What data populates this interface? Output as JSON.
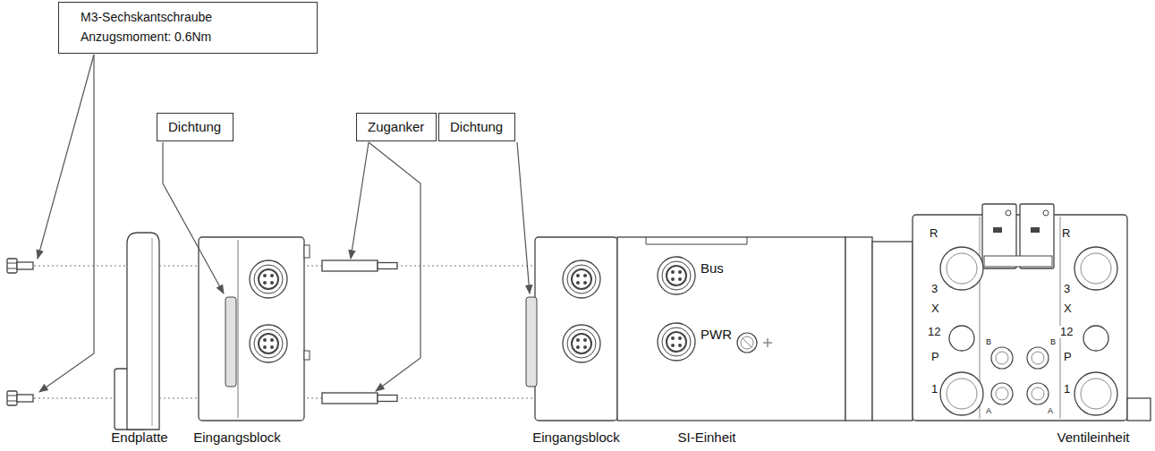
{
  "diagram": {
    "nodes": [
      {
        "text": [
          "M3-Sechskantschraube",
          "Anzugsmoment: 0.6Nm"
        ]
      },
      {
        "text": [
          "Dichtung"
        ]
      },
      {
        "text": [
          "Zuganker"
        ]
      },
      {
        "text": [
          "Dichtung"
        ]
      }
    ],
    "labels": [
      "Bus",
      "PWR",
      "R",
      "R",
      "3",
      "3",
      "X",
      "X",
      "12",
      "12",
      "P",
      "P",
      "1",
      "1",
      "B",
      "B",
      "A",
      "A",
      "Endplatte",
      "Eingangsblock",
      "Eingangsblock",
      "SI-Einheit",
      "Ventileinheit"
    ]
  }
}
